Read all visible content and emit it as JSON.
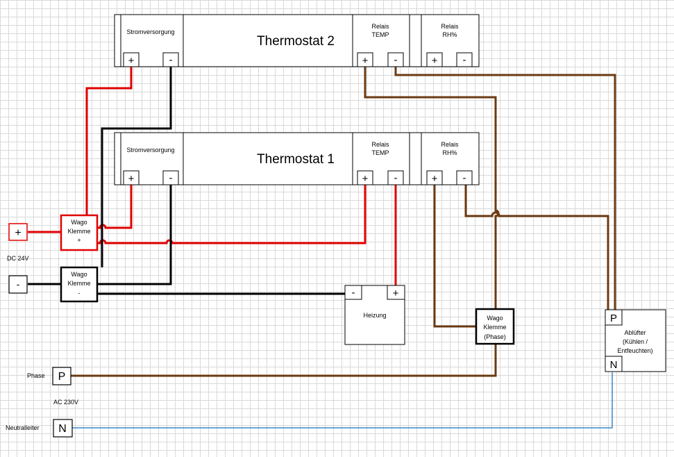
{
  "thermostat2": {
    "title": "Thermostat 2",
    "power_label": "Stromversorgung",
    "relay_temp": [
      "Relais",
      "TEMP"
    ],
    "relay_rh": [
      "Relais",
      "RH%"
    ]
  },
  "thermostat1": {
    "title": "Thermostat 1",
    "power_label": "Stromversorgung",
    "relay_temp": [
      "Relais",
      "TEMP"
    ],
    "relay_rh": [
      "Relais",
      "RH%"
    ]
  },
  "terminals": {
    "plus": "+",
    "minus": "-",
    "phase": "P",
    "neutral": "N"
  },
  "dc_supply": {
    "plus": "+",
    "minus": "-",
    "label": "DC 24V"
  },
  "wago_plus": {
    "line1": "Wago",
    "line2": "Klemme",
    "line3": "+"
  },
  "wago_minus": {
    "line1": "Wago",
    "line2": "Klemme",
    "line3": "-"
  },
  "wago_phase": {
    "line1": "Wago",
    "line2": "Klemme",
    "line3": "(Phase)"
  },
  "heater": {
    "label": "Heizung",
    "minus": "-",
    "plus": "+"
  },
  "fan": {
    "line1": "Ablüfter",
    "line2": "(Kühlen /",
    "line3": "Entfeuchten)",
    "p": "P",
    "n": "N"
  },
  "ac_supply": {
    "phase_label": "Phase",
    "phase": "P",
    "label": "AC 230V",
    "neutral_label": "Neutralleiter",
    "neutral": "N"
  },
  "wire_colors": {
    "positive": "#e00000",
    "negative": "#000000",
    "phase": "#6b3a12",
    "neutral": "#3a86c8"
  }
}
